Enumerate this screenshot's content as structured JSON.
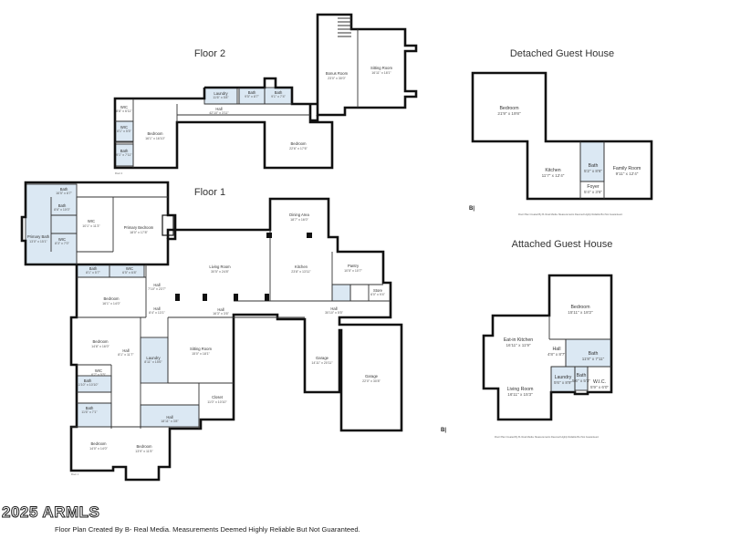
{
  "titles": {
    "floor2": "Floor 2",
    "floor1": "Floor 1",
    "detached": "Detached Guest House",
    "attached": "Attached Guest House"
  },
  "labels": {
    "floor2_tag": "Floor 2",
    "floor1_tag": "Floor 1",
    "logo": "B|",
    "detached_note": "Floor Plan Created By B- Real Media. Measurements Deemed Highly Reliable But Not Guaranteed.",
    "attached_note": "Floor Plan Created By B- Real Media. Measurements Deemed Highly Reliable But Not Guaranteed."
  },
  "floor2_rooms": [
    {
      "name": "Bonus Room",
      "dim": "23'0\" x 30'0\""
    },
    {
      "name": "Sitting Room",
      "dim": "16'11\" x 18'1\""
    },
    {
      "name": "Laundry",
      "dim": "11'6\" x 5'8\""
    },
    {
      "name": "Bath",
      "dim": "9'5\" x 8'7\""
    },
    {
      "name": "Bath",
      "dim": "9'1\" x 7'4\""
    },
    {
      "name": "Hall",
      "dim": "42'10\" x 3'11\""
    },
    {
      "name": "Bedroom",
      "dim": "16'1\" x 16'10\""
    },
    {
      "name": "Bedroom",
      "dim": "22'6\" x 17'6\""
    },
    {
      "name": "WIC",
      "dim": "8'8\" x 6'11\""
    },
    {
      "name": "WIC",
      "dim": "8'1\" x 5'5\""
    },
    {
      "name": "Bath",
      "dim": "9'1\" x 7'11\""
    }
  ],
  "floor1_rooms": [
    {
      "name": "Bath",
      "dim": "16'5\" x 6'7\""
    },
    {
      "name": "Bath",
      "dim": "8'6\" x 10'0\""
    },
    {
      "name": "WIC",
      "dim": "10'1\" x 11'3\""
    },
    {
      "name": "Primary Bath",
      "dim": "13'0\" x 15'1\""
    },
    {
      "name": "Primary Bedroom",
      "dim": "18'0\" x 17'8\""
    },
    {
      "name": "WIC",
      "dim": "8'3\" x 7'0\""
    },
    {
      "name": "Dining Area",
      "dim": "18'7\" x 16'0\""
    },
    {
      "name": "Kitchen",
      "dim": "23'8\" x 13'11\""
    },
    {
      "name": "Pantry",
      "dim": "10'5\" x 10'7\""
    },
    {
      "name": "Living Room",
      "dim": "30'5\" x 24'8\""
    },
    {
      "name": "Bath",
      "dim": "8'1\" x 5'7\""
    },
    {
      "name": "WIC",
      "dim": "6'5\" x 6'8\""
    },
    {
      "name": "Hall",
      "dim": "7'10\" x 23'7\""
    },
    {
      "name": "Bedroom",
      "dim": "16'1\" x 14'0\""
    },
    {
      "name": "Hall",
      "dim": "8'4\" x 13'1\""
    },
    {
      "name": "Hall",
      "dim": "16'3\" x 3'6\""
    },
    {
      "name": "Store",
      "dim": "6'0\" x 9'4\""
    },
    {
      "name": "Hall",
      "dim": "30'10\" x 5'5\""
    },
    {
      "name": "Bedroom",
      "dim": "14'8\" x 16'0\""
    },
    {
      "name": "Hall",
      "dim": "8'1\" x 11'7\""
    },
    {
      "name": "Laundry",
      "dim": "8'11\" x 15'6\""
    },
    {
      "name": "Sitting Room",
      "dim": "15'0\" x 18'1\""
    },
    {
      "name": "WIC",
      "dim": "6'7\" x 5'5\""
    },
    {
      "name": "Bath",
      "dim": "11'10\" x 10'10\""
    },
    {
      "name": "Garage",
      "dim": "14'11\" x 20'11\""
    },
    {
      "name": "Garage",
      "dim": "22'0\" x 30'8\""
    },
    {
      "name": "Closet",
      "dim": "11'0\" x 10'10\""
    },
    {
      "name": "Bath",
      "dim": "11'6\" x 7'1\""
    },
    {
      "name": "Hall",
      "dim": "18'11\" x 3'8\""
    },
    {
      "name": "Bedroom",
      "dim": "14'0\" x 14'0\""
    },
    {
      "name": "Bedroom",
      "dim": "13'9\" x 11'5\""
    }
  ],
  "detached_rooms": [
    {
      "name": "Bedroom",
      "dim": "21'9\" x 19'8\""
    },
    {
      "name": "Kitchen",
      "dim": "11'7\" x 12'4\""
    },
    {
      "name": "Bath",
      "dim": "5'2\" x 8'6\""
    },
    {
      "name": "Foyer",
      "dim": "5'4\" x 3'6\""
    },
    {
      "name": "Family Room",
      "dim": "9'11\" x 12'4\""
    }
  ],
  "attached_rooms": [
    {
      "name": "Bedroom",
      "dim": "15'11\" x 18'2\""
    },
    {
      "name": "Eat-in Kitchen",
      "dim": "16'11\" x 11'9\""
    },
    {
      "name": "Hall",
      "dim": "4'8\" x 8'7\""
    },
    {
      "name": "Bath",
      "dim": "11'8\" x 7'11\""
    },
    {
      "name": "Laundry",
      "dim": "5'6\" x 8'9\""
    },
    {
      "name": "Bath",
      "dim": "5'6\" x 5'3\""
    },
    {
      "name": "W.I.C.",
      "dim": "5'9\" x 6'0\""
    },
    {
      "name": "Living Room",
      "dim": "16'11\" x 15'3\""
    }
  ],
  "footer": {
    "brand": "2025 ARMLS",
    "disclaimer": "Floor Plan Created By B- Real Media. Measurements Deemed Highly Reliable But Not Guaranteed."
  }
}
